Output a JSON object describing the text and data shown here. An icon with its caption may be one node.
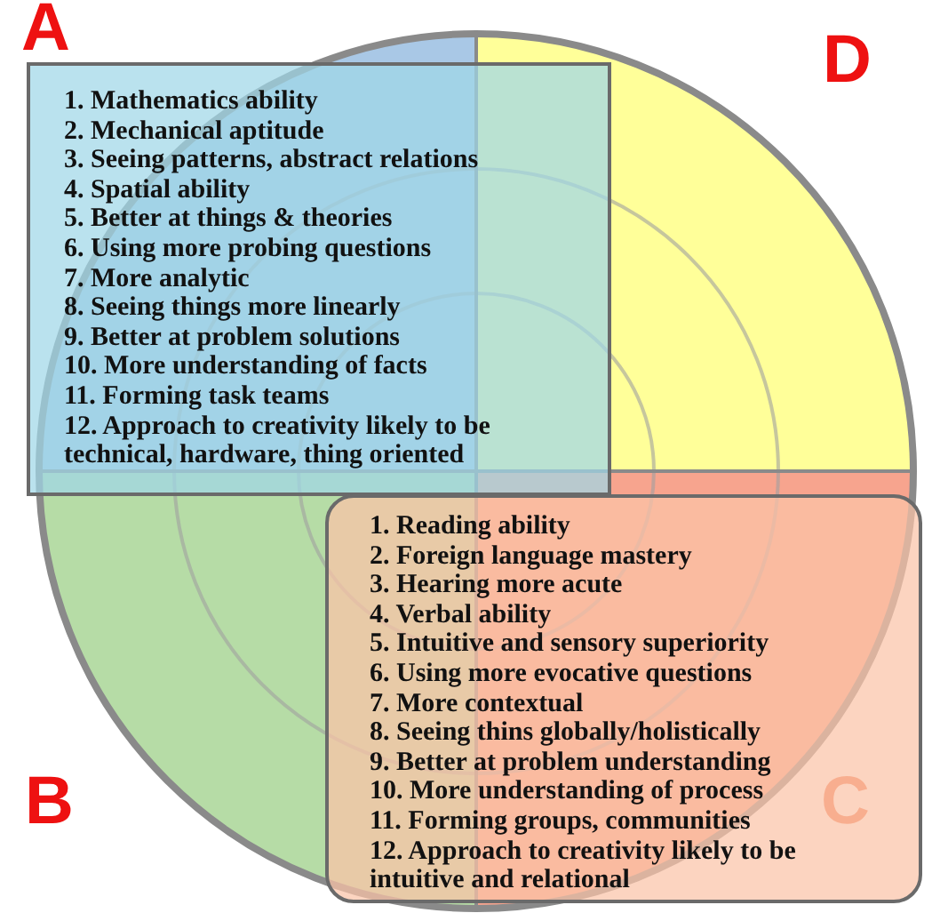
{
  "diagram": {
    "nodes": [
      {
        "text": [
          "1. Mathematics ability",
          "2. Mechanical aptitude",
          "3. Seeing patterns, abstract relations",
          "4. Spatial ability",
          "5. Better at things & theories",
          "6. Using more probing questions",
          "7. More analytic",
          "8. Seeing things more linearly",
          "9. Better at problem solutions",
          "10. More understanding of facts",
          "11. Forming task teams",
          "12. Approach to creativity likely to be technical, hardware, thing oriented"
        ]
      },
      {
        "text": [
          "1. Reading ability",
          "2. Foreign language mastery",
          "3. Hearing more acute",
          "4. Verbal ability",
          "5. Intuitive and sensory superiority",
          "6. Using more evocative questions",
          "7. More contextual",
          "8. Seeing thins globally/holistically",
          "9. Better at problem understanding",
          "10. More understanding of process",
          "11. Forming groups, communities",
          "12. Approach to creativity likely to be intuitive and relational"
        ]
      }
    ],
    "labels": [
      "A",
      "D",
      "B",
      "C"
    ]
  }
}
